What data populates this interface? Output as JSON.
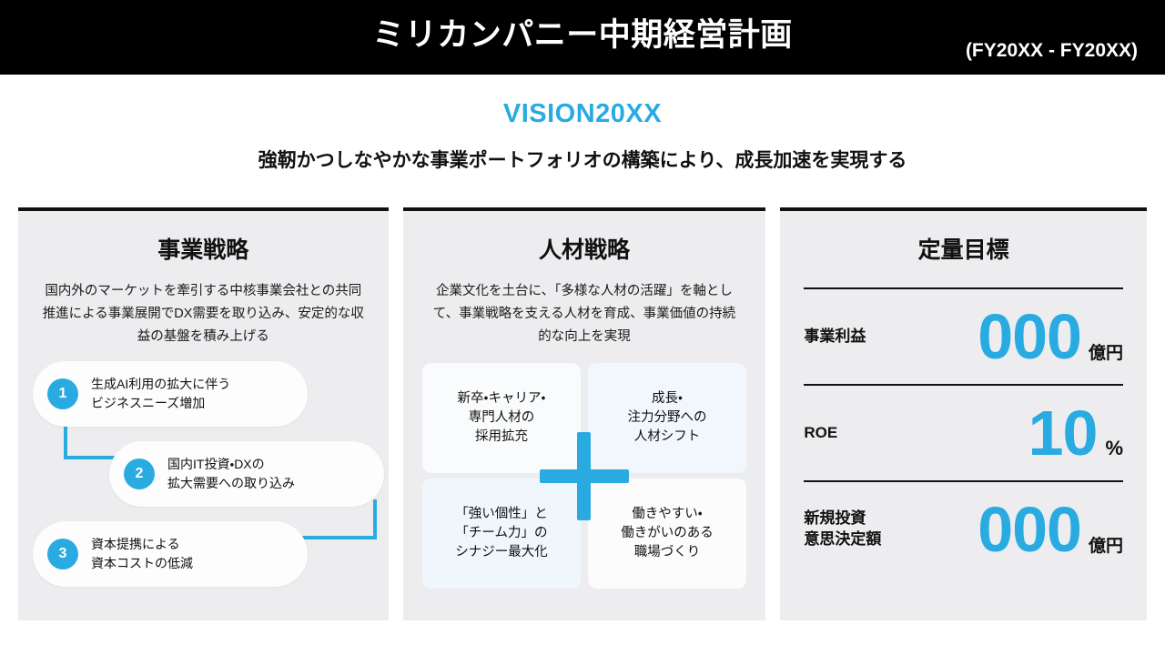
{
  "header": {
    "title": "ミリカンパニー中期経営計画",
    "period": "(FY20XX - FY20XX)"
  },
  "vision": {
    "title": "VISION20XX",
    "subtitle": "強靭かつしなやかな事業ポートフォリオの構築により、成長加速を実現する"
  },
  "colors": {
    "accent_blue": "#29ABE2",
    "header_background": "#000000",
    "panel_background": "#EDEDEF",
    "panel_top_border": "#111111",
    "card_white": "#FAFBFC",
    "card_tint_blue": "#F2F7FD"
  },
  "panels": {
    "business_strategy": {
      "heading": "事業戦略",
      "description": "国内外のマーケットを牽引する中核事業会社との共同推進による事業展開でDX需要を取り込み、安定的な収益の基盤を積み上げる",
      "steps": [
        {
          "number": "1",
          "line1": "生成AI利用の拡大に伴う",
          "line2": "ビジネスニーズ増加"
        },
        {
          "number": "2",
          "line1": "国内IT投資・DXの",
          "line2": "拡大需要への取り込み"
        },
        {
          "number": "3",
          "line1": "資本提携による",
          "line2": "資本コストの低減"
        }
      ]
    },
    "hr_strategy": {
      "heading": "人材戦略",
      "description": "企業文化を土台に、「多様な人材の活躍」を軸として、事業戦略を支える人材を育成、事業価値の持続的な向上を実現",
      "quadrants": [
        {
          "position": "top-left",
          "line1": "新卒・キャリア・",
          "line2": "専門人材の",
          "line3": "採用拡充"
        },
        {
          "position": "top-right",
          "line1": "成長・",
          "line2": "注力分野への",
          "line3": "人材シフト"
        },
        {
          "position": "bottom-left",
          "line1": "「強い個性」と",
          "line2": "「チーム力」の",
          "line3": "シナジー最大化"
        },
        {
          "position": "bottom-right",
          "line1": "働きやすい・",
          "line2": "働きがいのある",
          "line3": "職場づくり"
        }
      ]
    },
    "quantitative_targets": {
      "heading": "定量目標",
      "metrics": [
        {
          "label_line1": "事業利益",
          "label_line2": "",
          "value": "000",
          "unit": "億円"
        },
        {
          "label_line1": "ROE",
          "label_line2": "",
          "value": "10",
          "unit": "%"
        },
        {
          "label_line1": "新規投資",
          "label_line2": "意思決定額",
          "value": "000",
          "unit": "億円"
        }
      ]
    }
  }
}
